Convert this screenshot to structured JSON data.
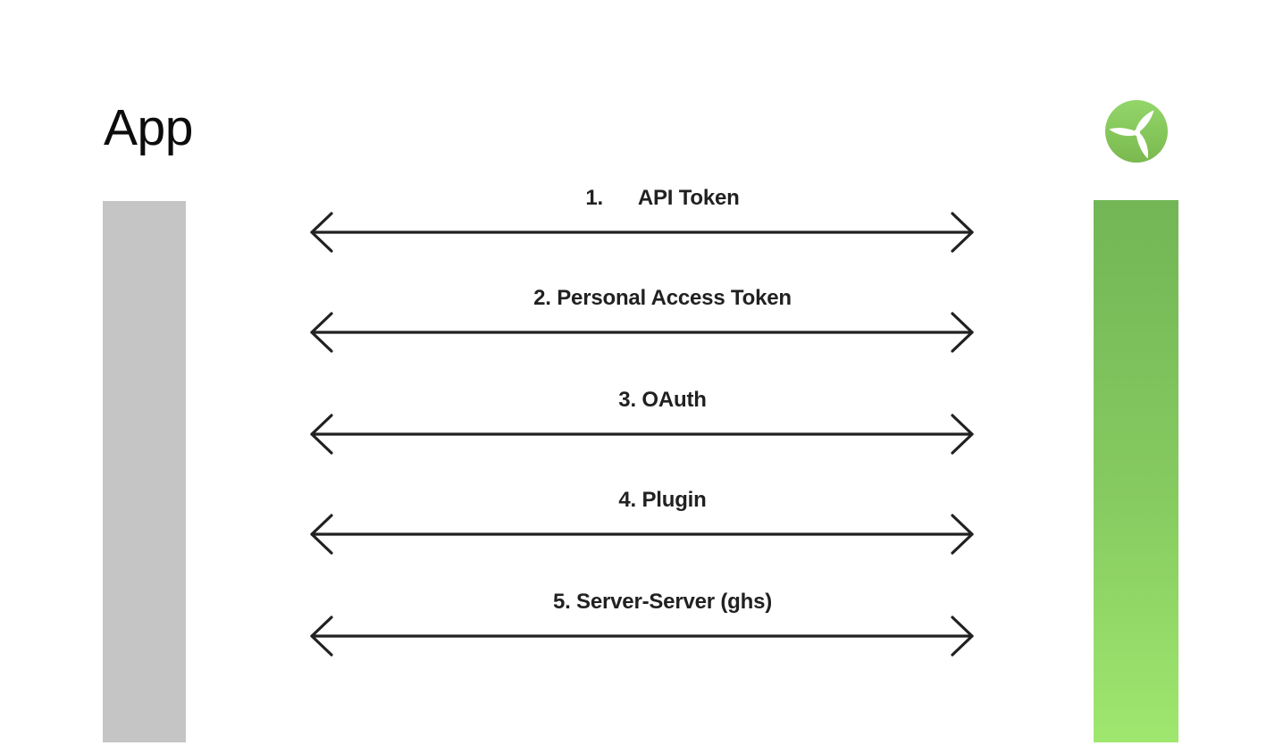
{
  "title": "App",
  "logo": {
    "icon": "turbine-propeller-icon",
    "circle_color_top": "#93d66a",
    "circle_color_bottom": "#7ab94f",
    "blade_color": "#ffffff"
  },
  "columns": {
    "left_lifeline_color": "#c5c5c5",
    "right_lifeline_color_top": "#72b656",
    "right_lifeline_color_bottom": "#9fe76f"
  },
  "arrow_color": "#212121",
  "connections": [
    {
      "label": "1.      API Token"
    },
    {
      "label": "2. Personal Access Token"
    },
    {
      "label": "3. OAuth"
    },
    {
      "label": "4. Plugin"
    },
    {
      "label": "5. Server-Server (ghs)"
    }
  ]
}
